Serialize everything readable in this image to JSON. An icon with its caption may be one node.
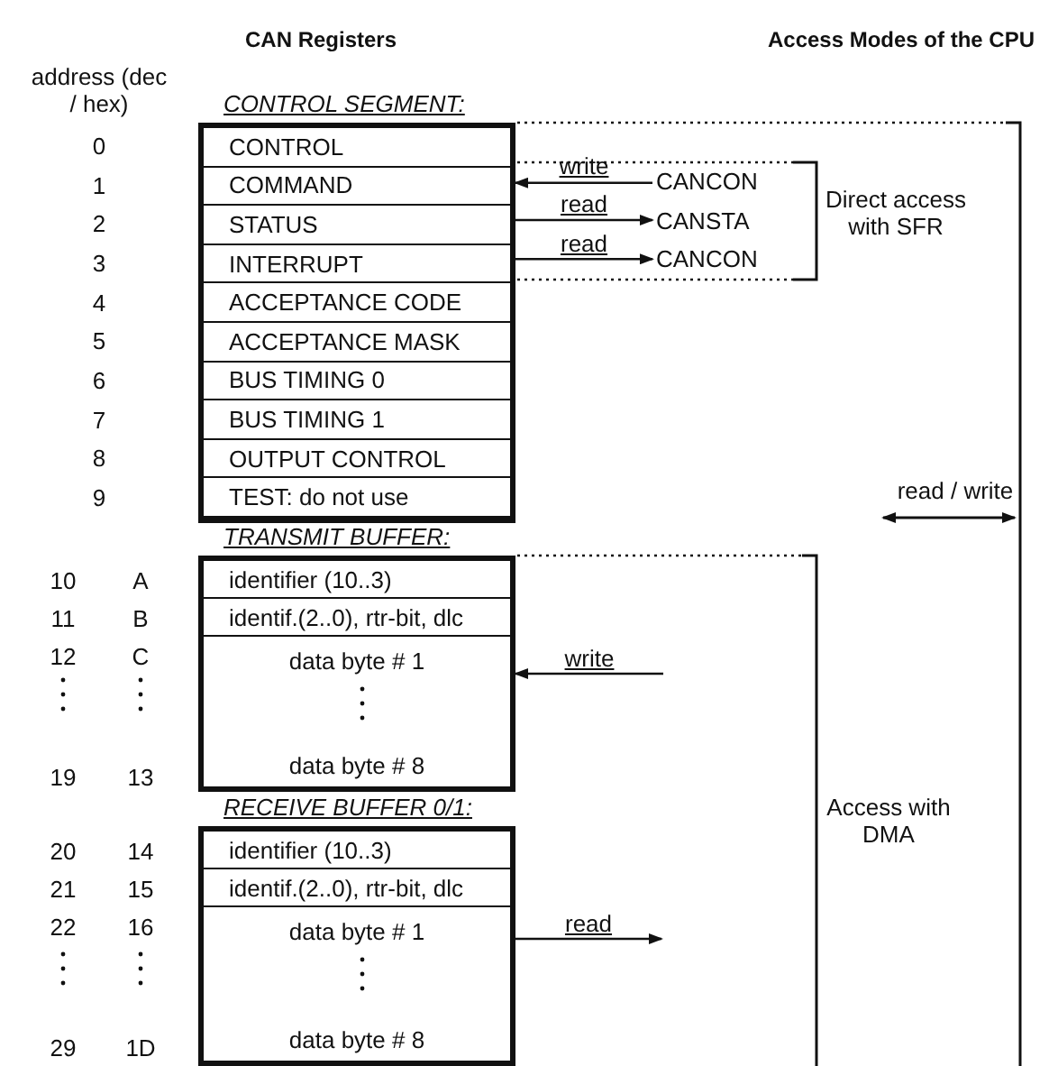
{
  "diagram": {
    "nodes": [
      {
        "text": [
          "CONTROL SEGMENT:"
        ]
      },
      {
        "text": [
          "CONTROL"
        ],
        "in": 0
      },
      {
        "text": [
          "COMMAND"
        ],
        "in": 0
      },
      {
        "text": [
          "STATUS"
        ],
        "in": 0
      },
      {
        "text": [
          "INTERRUPT"
        ],
        "in": 0
      },
      {
        "text": [
          "ACCEPTANCE CODE"
        ],
        "in": 0
      },
      {
        "text": [
          "ACCEPTANCE MASK"
        ],
        "in": 0
      },
      {
        "text": [
          "BUS TIMING 0"
        ],
        "in": 0
      },
      {
        "text": [
          "BUS TIMING 1"
        ],
        "in": 0
      },
      {
        "text": [
          "OUTPUT CONTROL"
        ],
        "in": 0
      },
      {
        "text": [
          "TEST: do not use"
        ],
        "in": 0
      },
      {
        "text": [
          "TRANSMIT BUFFER:"
        ]
      },
      {
        "text": [
          "identifier (10..3)"
        ],
        "in": 11
      },
      {
        "text": [
          "identif.(2..0), rtr-bit, dlc"
        ],
        "in": 11
      },
      {
        "text": [
          "data byte # 1",
          "data byte # 8"
        ],
        "in": 11
      },
      {
        "text": [
          "RECEIVE BUFFER 0/1:"
        ]
      },
      {
        "text": [
          "identifier (10..3)"
        ],
        "in": 15
      },
      {
        "text": [
          "identif.(2..0), rtr-bit, dlc"
        ],
        "in": 15
      },
      {
        "text": [
          "data byte # 1",
          "data byte # 8"
        ],
        "in": 15
      },
      {
        "text": [
          "CANCON"
        ]
      },
      {
        "text": [
          "CANSTA"
        ]
      },
      {
        "text": [
          "CANCON"
        ]
      }
    ],
    "edges": [
      {
        "from": 19,
        "to": 2,
        "arrow": "to",
        "label": "write"
      },
      {
        "from": 3,
        "to": 20,
        "arrow": "to",
        "label": "read"
      },
      {
        "from": 4,
        "to": 21,
        "arrow": "to",
        "label": "read"
      },
      {
        "from": null,
        "to": 14,
        "arrow": "to",
        "label": "write"
      },
      {
        "from": 18,
        "to": null,
        "arrow": "to",
        "label": "read"
      }
    ],
    "labels": [
      "CAN Registers",
      "Access Modes of the CPU",
      "address (dec / hex)",
      "0",
      "1",
      "2",
      "3",
      "4",
      "5",
      "6",
      "7",
      "8",
      "9",
      "10",
      "A",
      "11",
      "B",
      "12",
      "C",
      "19",
      "13",
      "20",
      "14",
      "21",
      "15",
      "22",
      "16",
      "29",
      "1D",
      "Direct access with SFR",
      "read / write",
      "Access with DMA"
    ]
  }
}
